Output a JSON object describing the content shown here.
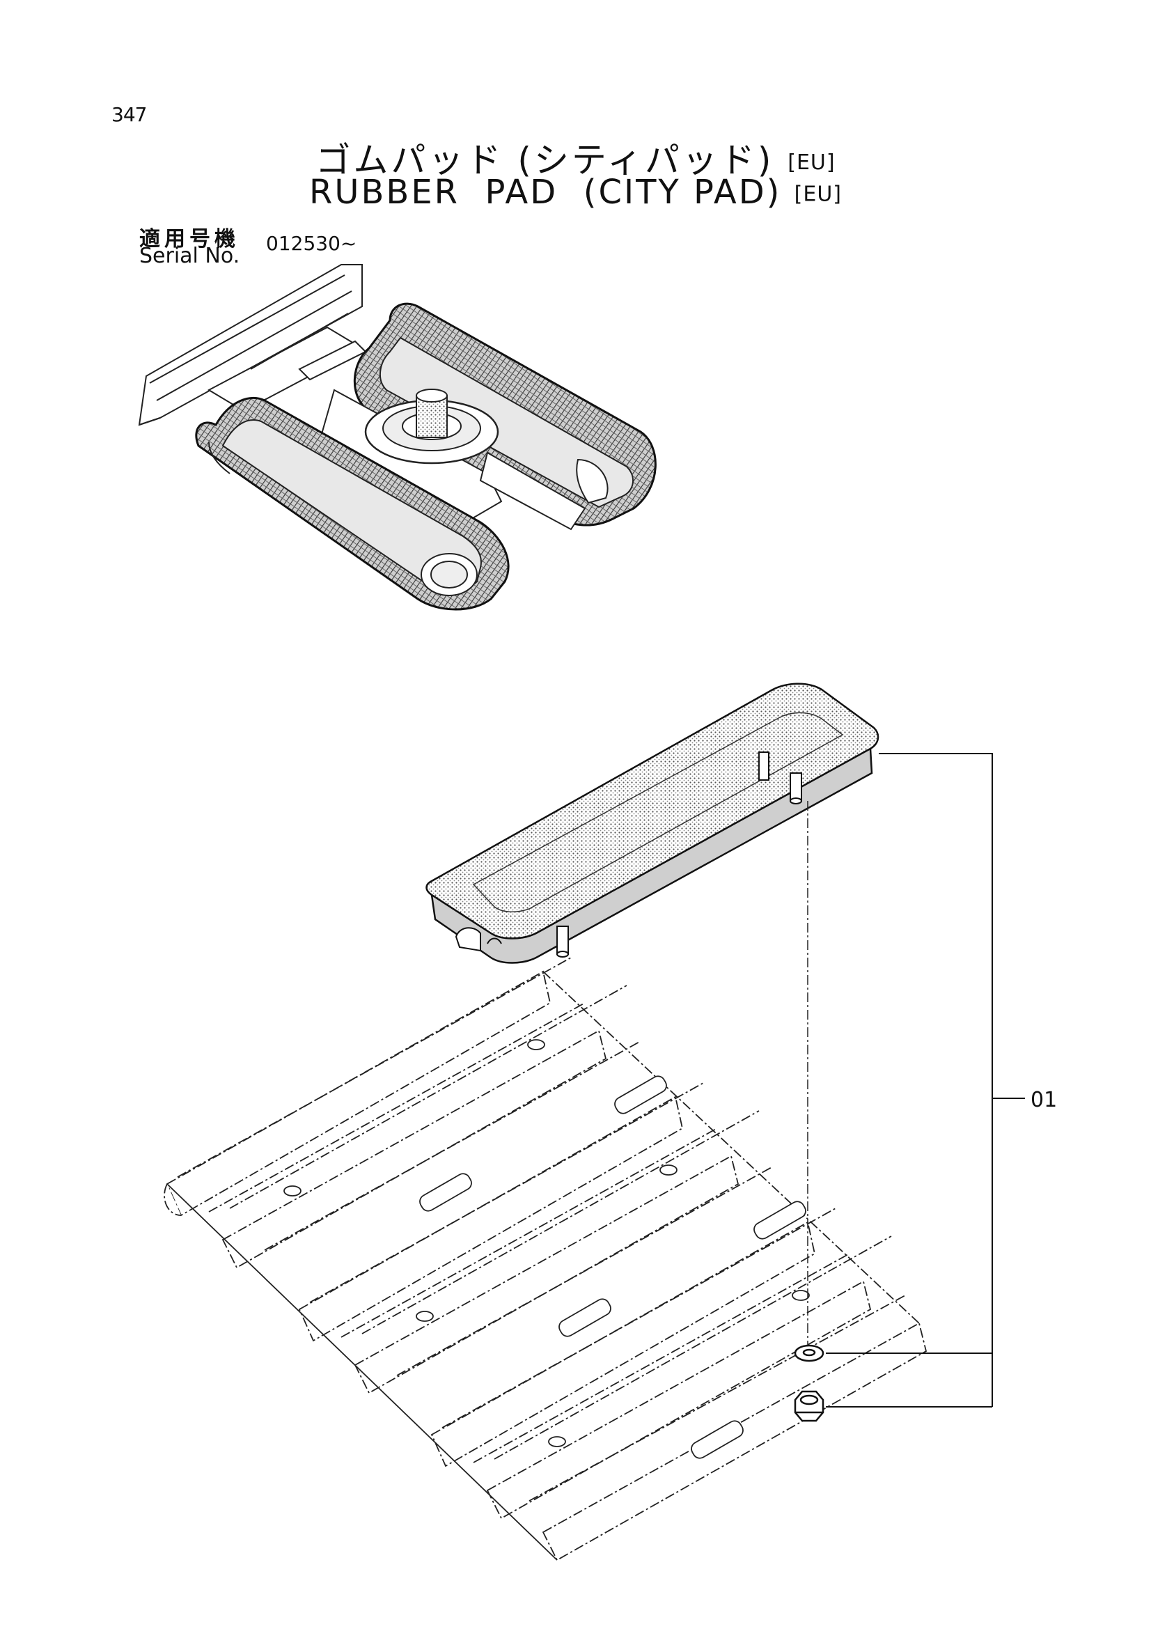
{
  "page_number": "347",
  "title_ja": "ゴムパッド (シティパッド)",
  "title_ja_tag": "[EU]",
  "title_en": "RUBBER  PAD  (CITY PAD)",
  "title_en_tag": "[EU]",
  "serial_label_ja": "適用号機",
  "serial_label_en": "Serial No.",
  "serial_value": "012530~",
  "callouts": [
    {
      "label": "01"
    }
  ]
}
